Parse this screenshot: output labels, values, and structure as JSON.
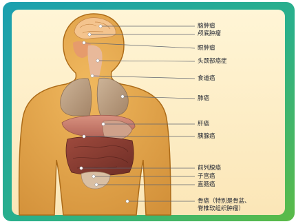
{
  "colors": {
    "background_teal": "#1fa5a8",
    "background_green": "#58b94a",
    "panel": "#fdeec6",
    "body_skin": "#e1a24a",
    "body_outline": "#ad6c19",
    "lung": "#b89c7f",
    "liver": "#c27a68",
    "intestine": "#8a3f33",
    "leader_line": "#5f6470"
  },
  "labels": [
    {
      "id": "brain-tumor",
      "text": "脑肿瘤"
    },
    {
      "id": "skull-base-tumor",
      "text": "颅底肿瘤"
    },
    {
      "id": "eye-tumor",
      "text": "眼肿瘤"
    },
    {
      "id": "head-neck-cancer",
      "text": "头颈部癌症"
    },
    {
      "id": "esophageal-cancer",
      "text": "食道癌"
    },
    {
      "id": "lung-cancer",
      "text": "肺癌"
    },
    {
      "id": "liver-cancer",
      "text": "肝癌"
    },
    {
      "id": "pancreatic-cancer",
      "text": "胰腺癌"
    },
    {
      "id": "prostate-cancer",
      "text": "前列腺癌"
    },
    {
      "id": "uterine-cancer",
      "text": "子宫癌"
    },
    {
      "id": "rectal-cancer",
      "text": "直肠癌"
    },
    {
      "id": "bone-cancer-line1",
      "text": "骨癌（特别是骨盆、"
    },
    {
      "id": "bone-cancer-line2",
      "text": "脊椎软组织肿瘤）"
    }
  ]
}
